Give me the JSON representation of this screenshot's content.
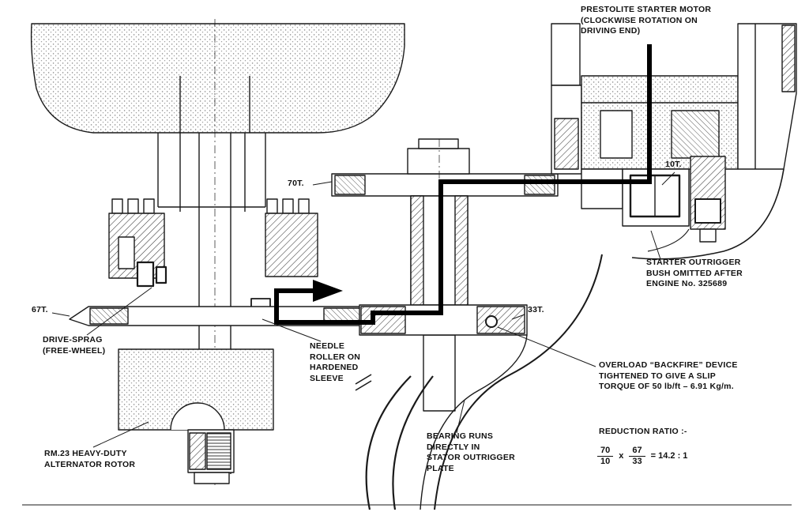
{
  "labels": {
    "starter_motor": "PRESTOLITE STARTER MOTOR\n(CLOCKWISE ROTATION ON\nDRIVING END)",
    "teeth_10": "10T.",
    "teeth_70": "70T.",
    "teeth_67": "67T.",
    "teeth_33": "33T.",
    "drive_sprag": "DRIVE-SPRAG\n(FREE-WHEEL)",
    "needle_roller": "NEEDLE\nROLLER ON\nHARDENED\nSLEEVE",
    "starter_bush": "STARTER OUTRIGGER\nBUSH OMITTED AFTER\nENGINE No. 325689",
    "overload": "OVERLOAD “BACKFIRE” DEVICE\nTIGHTENED TO GIVE A SLIP\nTORQUE OF 50 lb/ft – 6.91 Kg/m.",
    "alternator_rotor": "RM.23 HEAVY-DUTY\nALTERNATOR ROTOR",
    "bearing": "BEARING RUNS\nDIRECTLY IN\nSTATOR OUTRIGGER\nPLATE"
  },
  "reduction": {
    "title": "REDUCTION RATIO :-",
    "f1_num": "70",
    "f1_den": "10",
    "times": "x",
    "f2_num": "67",
    "f2_den": "33",
    "result": "=  14.2 : 1"
  },
  "colors": {
    "ink": "#1a1a1a",
    "paper": "#ffffff"
  }
}
